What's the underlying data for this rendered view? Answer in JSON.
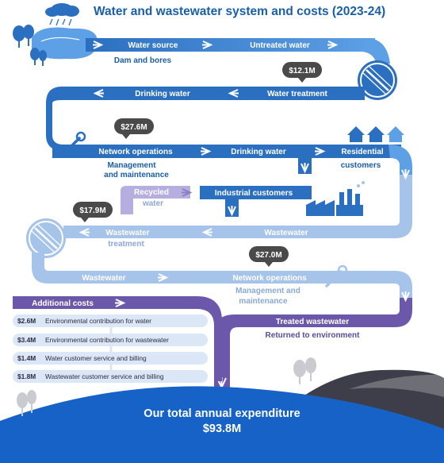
{
  "title": "Water and wastewater system and costs (2023-24)",
  "flow": {
    "water_source": "Water source",
    "dam_and_bores": "Dam and bores",
    "untreated_water": "Untreated water",
    "water_treatment": "Water treatment",
    "drinking_water_1": "Drinking water",
    "network_operations_1": "Network operations",
    "mgmt_line1": "Management",
    "mgmt_line2": "and maintenance",
    "drinking_water_2": "Drinking water",
    "residential_line1": "Residential",
    "residential_line2": "customers",
    "recycled_line1": "Recycled",
    "recycled_line2": "water",
    "industrial_customers": "Industrial customers",
    "wastewater_treatment_line1": "Wastewater",
    "wastewater_treatment_line2": "treatment",
    "wastewater_1": "Wastewater",
    "wastewater_2": "Wastewater",
    "network_operations_2": "Network operations",
    "mgmt2_line1": "Management and",
    "mgmt2_line2": "maintenance",
    "treated_wastewater": "Treated wastewater",
    "returned_to_environment": "Returned to environment"
  },
  "badges": {
    "water_treatment": "$12.1M",
    "network_operations": "$27.6M",
    "wastewater_treatment": "$17.9M",
    "network_operations_wastewater": "$27.0M"
  },
  "additional_costs": {
    "header": "Additional costs",
    "items": [
      {
        "amount": "$2.6M",
        "label": "Environmental contribution for water"
      },
      {
        "amount": "$3.4M",
        "label": "Environmental contribution for wastewater"
      },
      {
        "amount": "$1.4M",
        "label": "Water customer service and billing"
      },
      {
        "amount": "$1.8M",
        "label": "Wastewater customer service and billing"
      }
    ]
  },
  "total": {
    "label": "Our total annual expenditure",
    "value": "$93.8M"
  },
  "colors": {
    "dark_blue": "#2b6fc0",
    "mid_blue": "#5b9be3",
    "light_blue": "#a6c3ea",
    "lavender": "#b7aee0",
    "purple": "#6b58aa",
    "badge_grey": "#4a4a4a",
    "title_blue": "#1a5ea8",
    "ground_blue": "#1662c6"
  }
}
